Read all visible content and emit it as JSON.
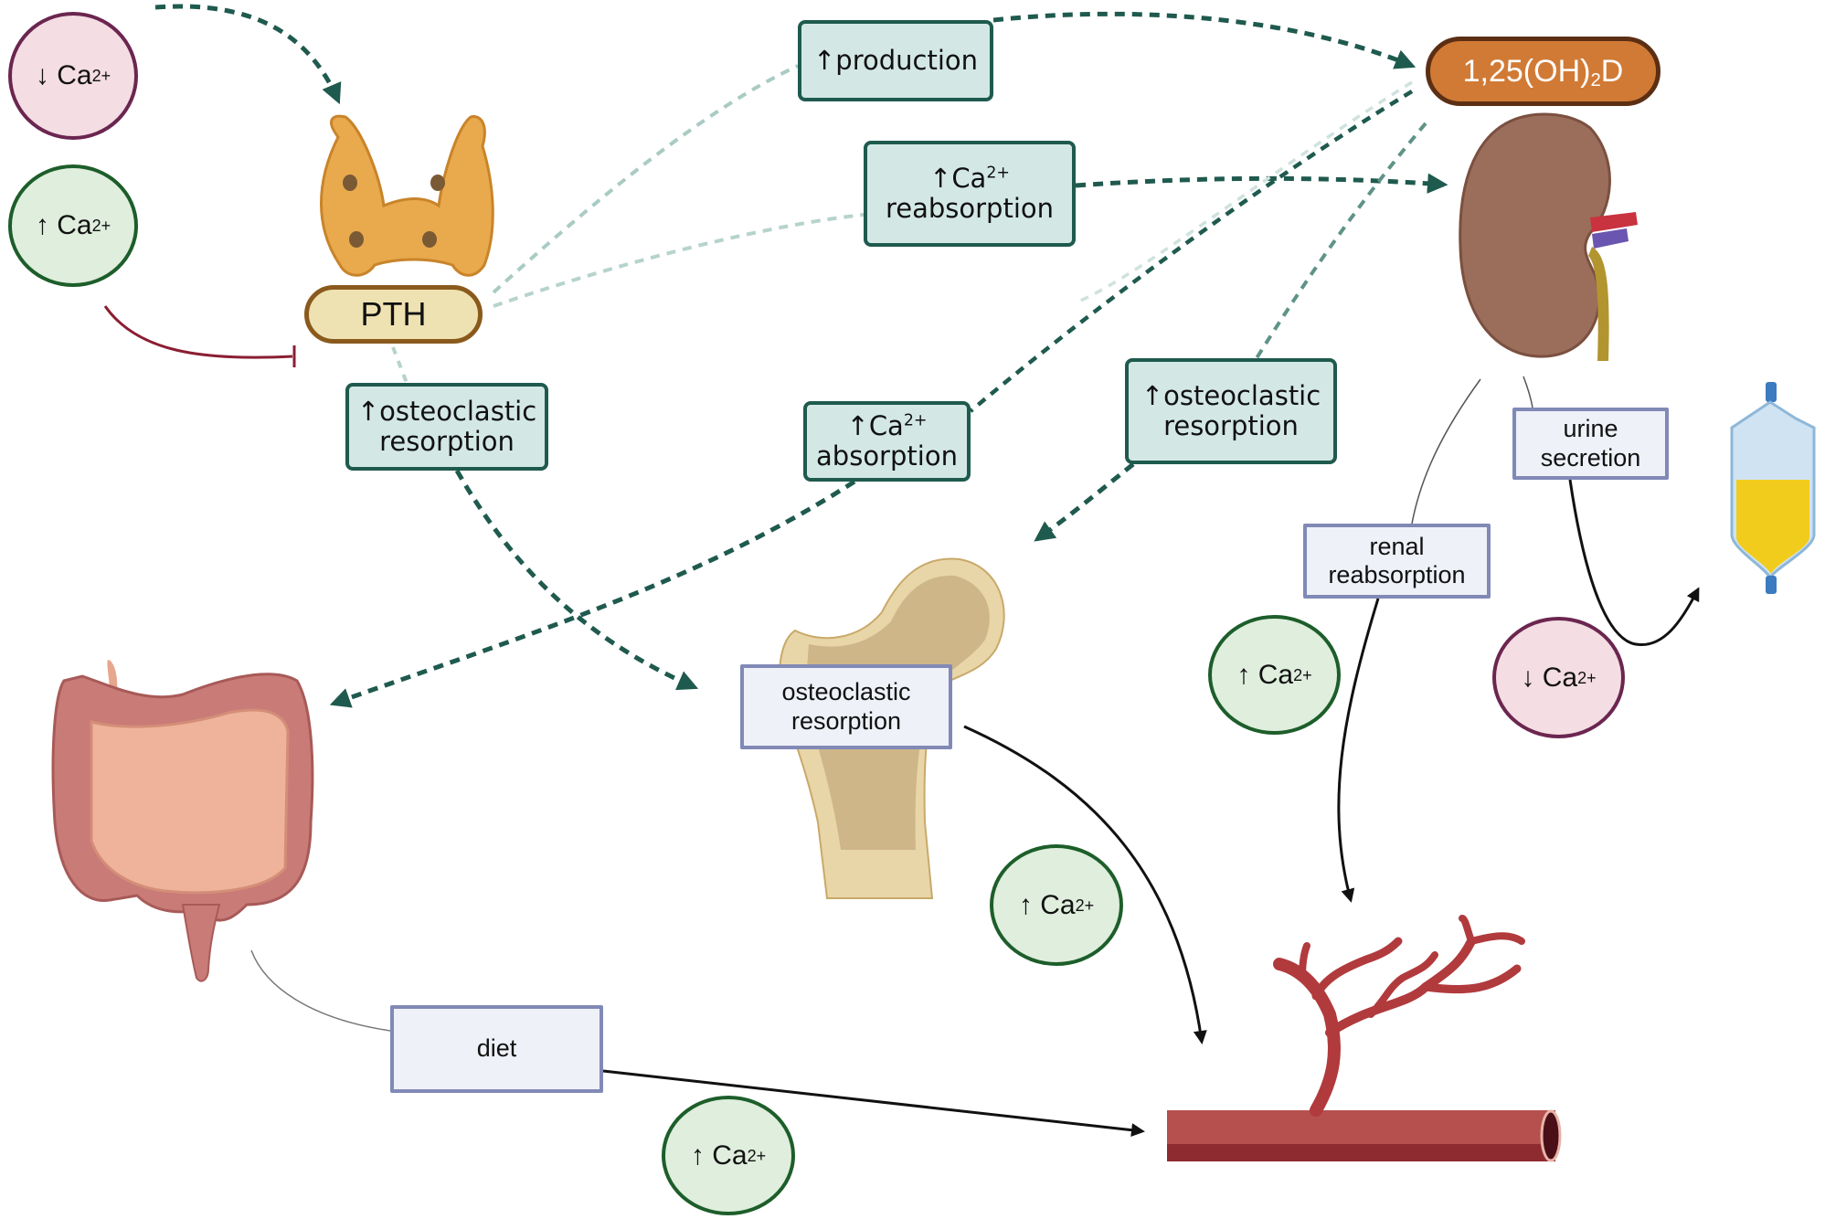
{
  "title": "Calcium homeostasis regulation by PTH and 1,25(OH)2D",
  "colors": {
    "teal_arrow": "#1f5a4e",
    "inhibit_line": "#8b1e32",
    "flow_line": "#111111",
    "up_fill": "#dfeedd",
    "up_border": "#1d5e2a",
    "down_fill": "#f4dde3",
    "down_border": "#6b2650"
  },
  "calcium_markers": {
    "low_top": {
      "arrow": "↓",
      "ion": "Ca",
      "charge": "2+"
    },
    "high_top": {
      "arrow": "↑",
      "ion": "Ca",
      "charge": "2+"
    },
    "high_renal": {
      "arrow": "↑",
      "ion": "Ca",
      "charge": "2+"
    },
    "low_urine": {
      "arrow": "↓",
      "ion": "Ca",
      "charge": "2+"
    },
    "high_bone": {
      "arrow": "↑",
      "ion": "Ca",
      "charge": "2+"
    },
    "high_diet": {
      "arrow": "↑",
      "ion": "Ca",
      "charge": "2+"
    }
  },
  "hormones": {
    "pth": "PTH",
    "vitd_prefix": "1,25(OH)",
    "vitd_sub": "2",
    "vitd_suffix": "D"
  },
  "effects": {
    "production": {
      "arrow": "↑",
      "text": "production"
    },
    "ca_reabsorption": {
      "arrow": "↑",
      "ion": "Ca",
      "charge": "2+",
      "text": "reabsorption"
    },
    "osteoclastic_left": {
      "arrow": "↑",
      "line1": "osteoclastic",
      "line2": "resorption"
    },
    "ca_absorption": {
      "arrow": "↑",
      "ion": "Ca",
      "charge": "2+",
      "text": "absorption"
    },
    "osteoclastic_right": {
      "arrow": "↑",
      "line1": "osteoclastic",
      "line2": "resorption"
    }
  },
  "processes": {
    "urine_secretion": {
      "line1": "urine",
      "line2": "secretion"
    },
    "renal_reabsorption": {
      "line1": "renal",
      "line2": "reabsorption"
    },
    "osteoclastic_resorption": {
      "line1": "osteoclastic",
      "line2": "resorption"
    },
    "diet": "diet"
  },
  "organs": [
    "thyroid-parathyroid",
    "kidney",
    "bone",
    "intestine",
    "urine-bag",
    "blood-vessel"
  ]
}
